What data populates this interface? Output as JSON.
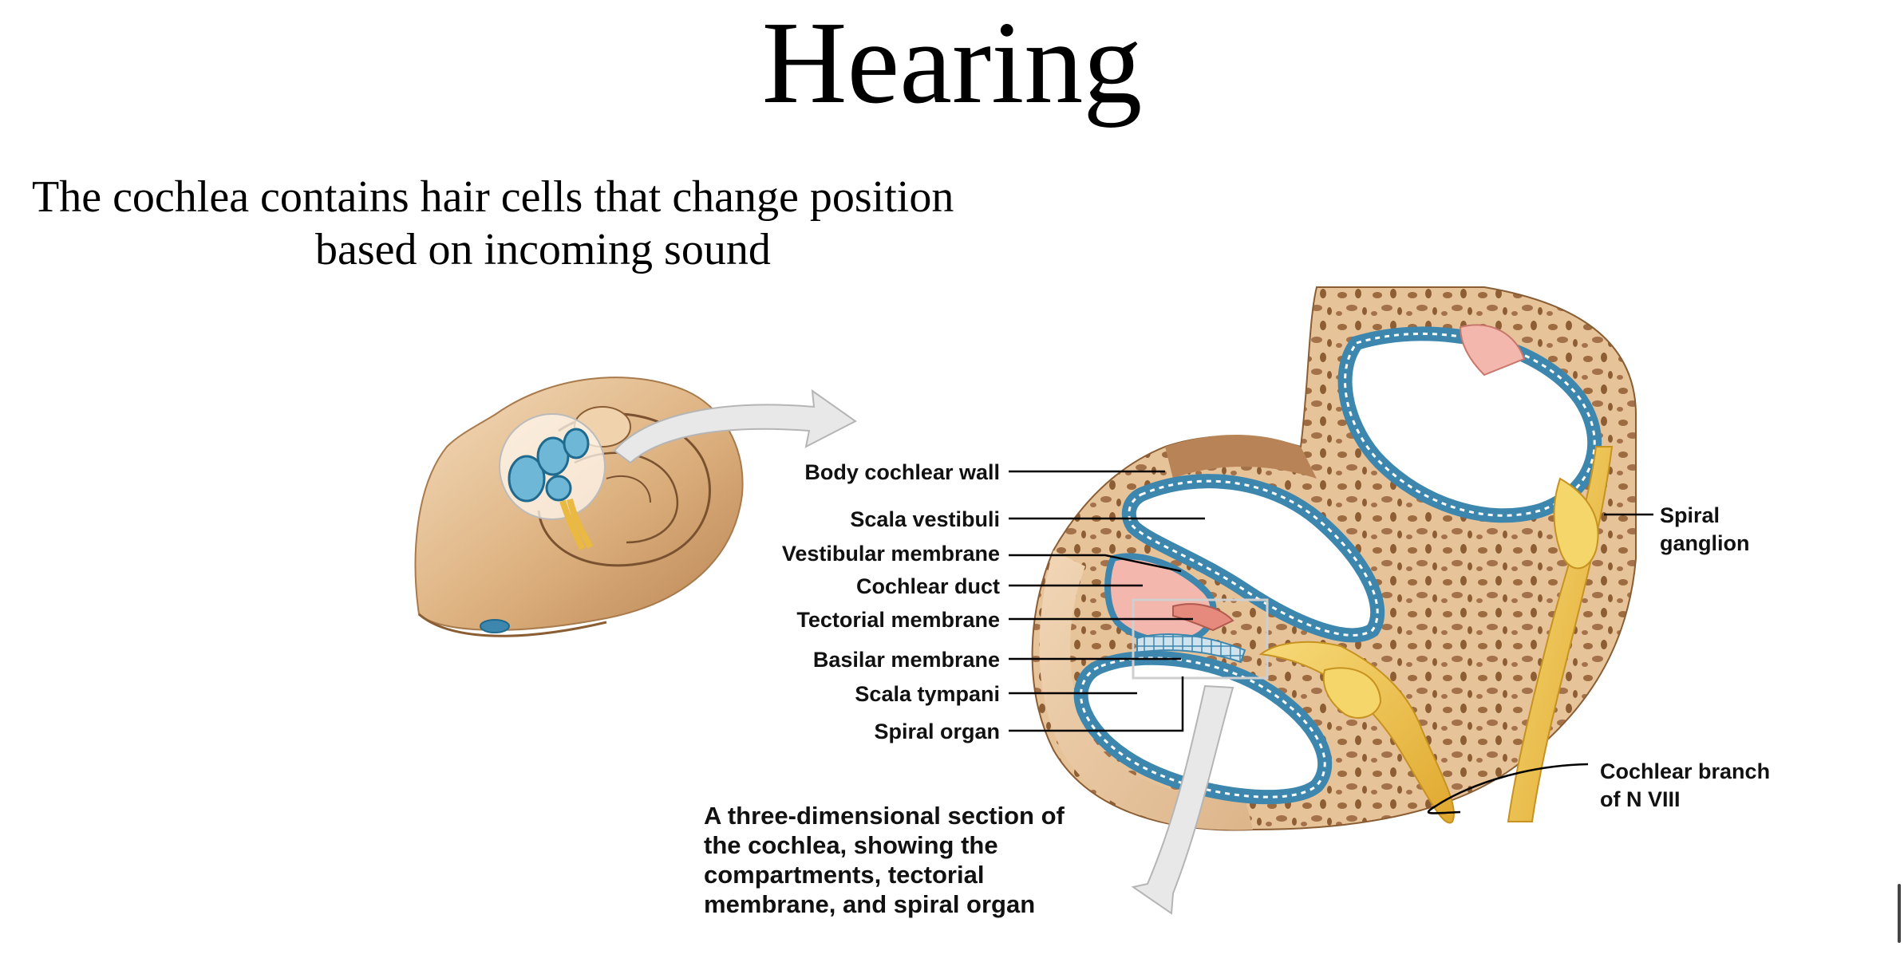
{
  "title": "Hearing",
  "subtitle": {
    "line1": "The cochlea contains hair cells that change position",
    "line2": "based on incoming sound"
  },
  "labels": {
    "body_cochlear_wall": "Body cochlear wall",
    "scala_vestibuli": "Scala vestibuli",
    "vestibular_membrane": "Vestibular membrane",
    "cochlear_duct": "Cochlear duct",
    "tectorial_membrane": "Tectorial membrane",
    "basilar_membrane": "Basilar membrane",
    "scala_tympani": "Scala tympani",
    "spiral_organ": "Spiral organ",
    "spiral_ganglion_1": "Spiral",
    "spiral_ganglion_2": "ganglion",
    "cochlear_branch_1": "Cochlear branch",
    "cochlear_branch_2": "of N VIII"
  },
  "caption": {
    "line1": "A three-dimensional section of",
    "line2": "the cochlea, showing the",
    "line3": "compartments, tectorial",
    "line4": "membrane, and spiral organ"
  },
  "colors": {
    "bone": "#e9c9a4",
    "bone_dark": "#a9774a",
    "fluid_blue": "#3d86ad",
    "chamber_white": "#ffffff",
    "membrane_pink": "#f3b7ae",
    "nerve_yellow": "#f2c64a",
    "arrow_gray": "#e6e6e6"
  }
}
